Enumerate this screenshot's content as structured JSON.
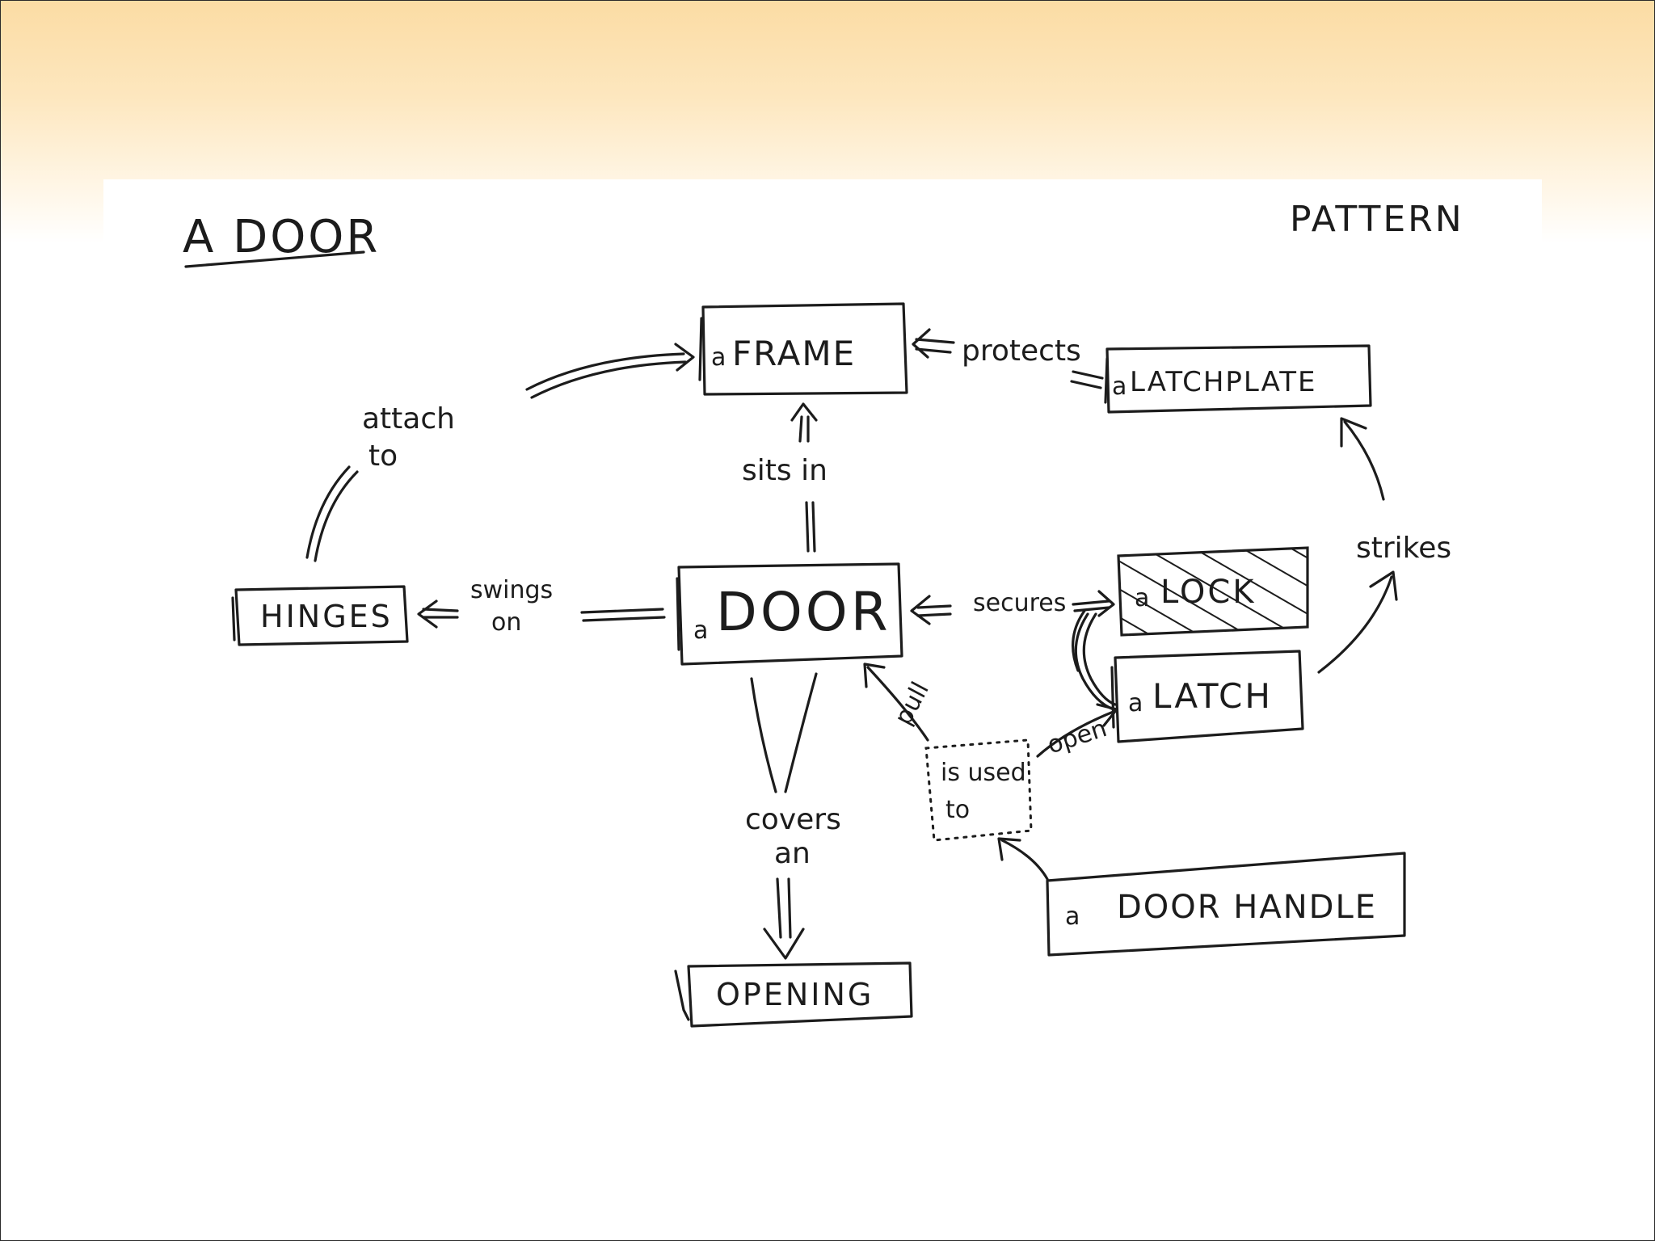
{
  "title": "A DOOR",
  "corner_label": "PATTERN",
  "nodes": {
    "frame": {
      "article": "a",
      "name": "FRAME"
    },
    "latchplate": {
      "article": "a",
      "name": "LATCHPLATE"
    },
    "hinges": {
      "name": "HINGES"
    },
    "door": {
      "article": "a",
      "name": "DOOR"
    },
    "lock": {
      "article": "a",
      "name": "LOCK"
    },
    "latch": {
      "article": "a",
      "name": "LATCH"
    },
    "opening": {
      "name": "OPENING"
    },
    "handle": {
      "article": "a",
      "name": "DOOR HANDLE"
    },
    "used_to": {
      "line1": "is used",
      "line2": "to"
    }
  },
  "relations": {
    "attach_to": {
      "line1": "attach",
      "line2": "to"
    },
    "protects": "protects",
    "sits_in": "sits in",
    "swings_on": {
      "line1": "swings",
      "line2": "on"
    },
    "secures": "secures",
    "strikes": "strikes",
    "covers_an": {
      "line1": "covers",
      "line2": "an"
    },
    "pull": "pull",
    "open": "open"
  },
  "colors": {
    "ink": "#1c1c1c",
    "header_gradient_top": "#fbdca4",
    "background": "#ffffff"
  }
}
